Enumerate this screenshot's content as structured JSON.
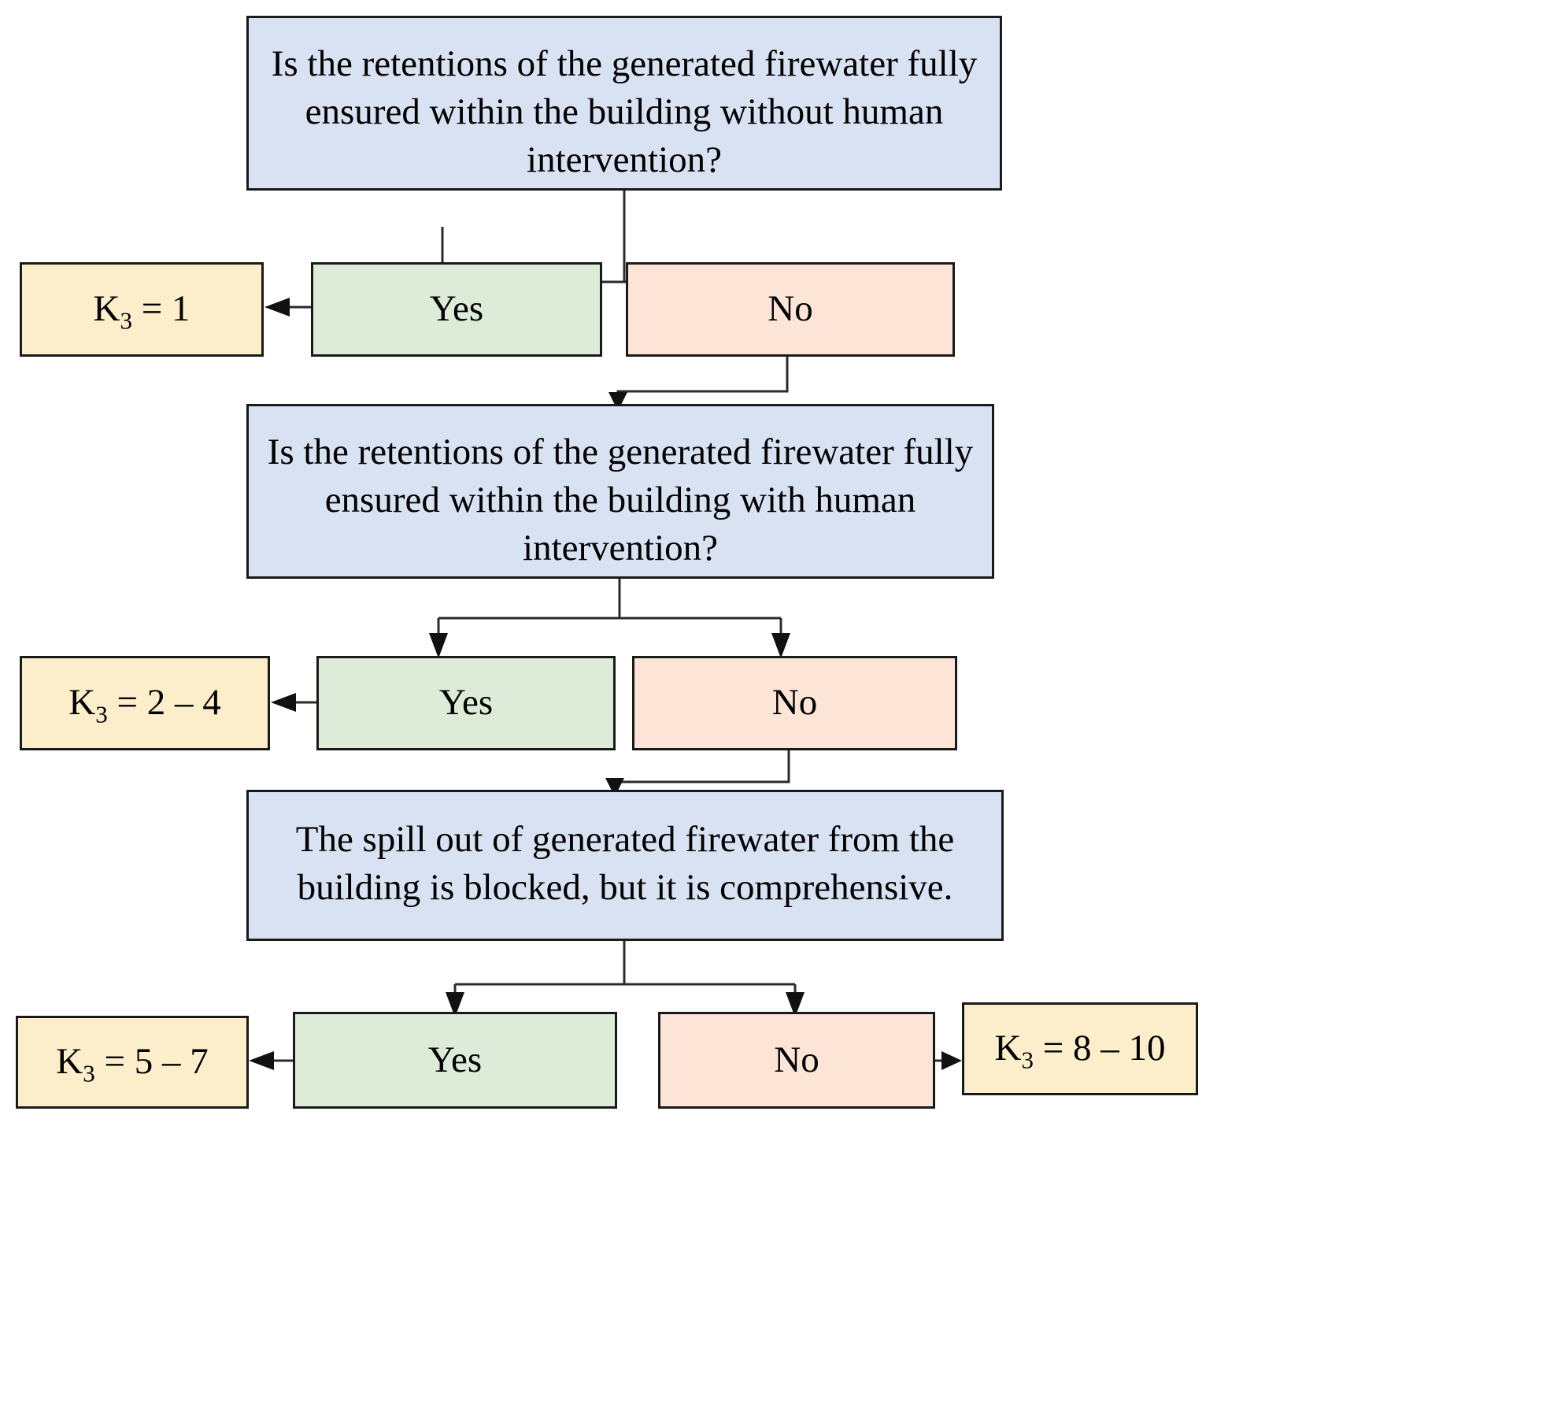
{
  "diagram": {
    "title": "Firewater retention decision flowchart for K3 determination",
    "colors": {
      "question_box": "#d9e2f3",
      "yes_box": "#dcecd9",
      "no_box": "#fce4d6",
      "result_box": "#fdeecb",
      "border": "#1a1a1a",
      "connector": "#2b2b2b"
    },
    "nodes": {
      "question_1": "Is the retentions of the generated firewater fully ensured within the building without human intervention?",
      "yes_1": "Yes",
      "no_1": "No",
      "result_1_prefix": "K",
      "result_1_sub": "3",
      "result_1_value": " = 1",
      "question_2": "Is the retentions of the generated firewater fully ensured within the building with human intervention?",
      "yes_2": "Yes",
      "no_2": "No",
      "result_2_prefix": "K",
      "result_2_sub": "3",
      "result_2_value": " = 2 – 4",
      "question_3": "The spill out of generated firewater from the building is blocked, but it is comprehensive.",
      "yes_3": "Yes",
      "no_3": "No",
      "result_3_prefix": "K",
      "result_3_sub": "3",
      "result_3_value": " = 5 – 7",
      "result_4_prefix": "K",
      "result_4_sub": "3",
      "result_4_value": " = 8 – 10"
    }
  }
}
